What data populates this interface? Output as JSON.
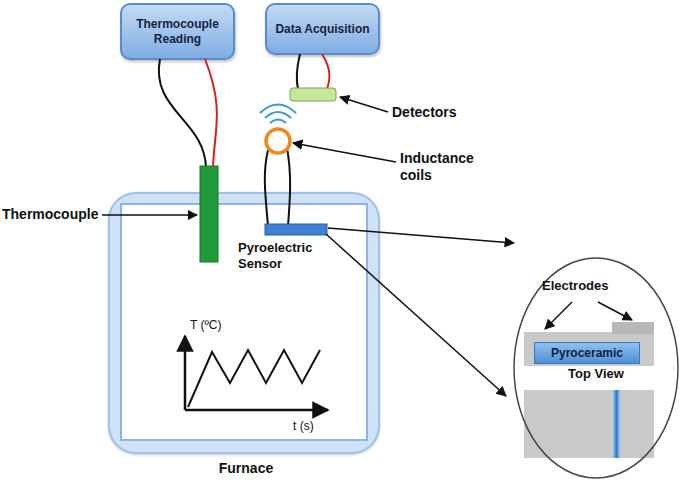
{
  "diagram": {
    "nodes": [
      {
        "text": [
          "Thermocouple Reading"
        ]
      },
      {
        "text": [
          "Data Acquisition"
        ]
      },
      {
        "text": [
          "Furnace"
        ]
      },
      {
        "text": [
          "Electrodes",
          "Top View"
        ]
      },
      {
        "text": [
          "Pyroceramic"
        ],
        "in": 3
      }
    ],
    "labels": [
      "Thermocouple",
      "Detectors",
      "Inductance coils",
      "Pyroelectric Sensor",
      "T (ºC)",
      "t (s)"
    ]
  }
}
